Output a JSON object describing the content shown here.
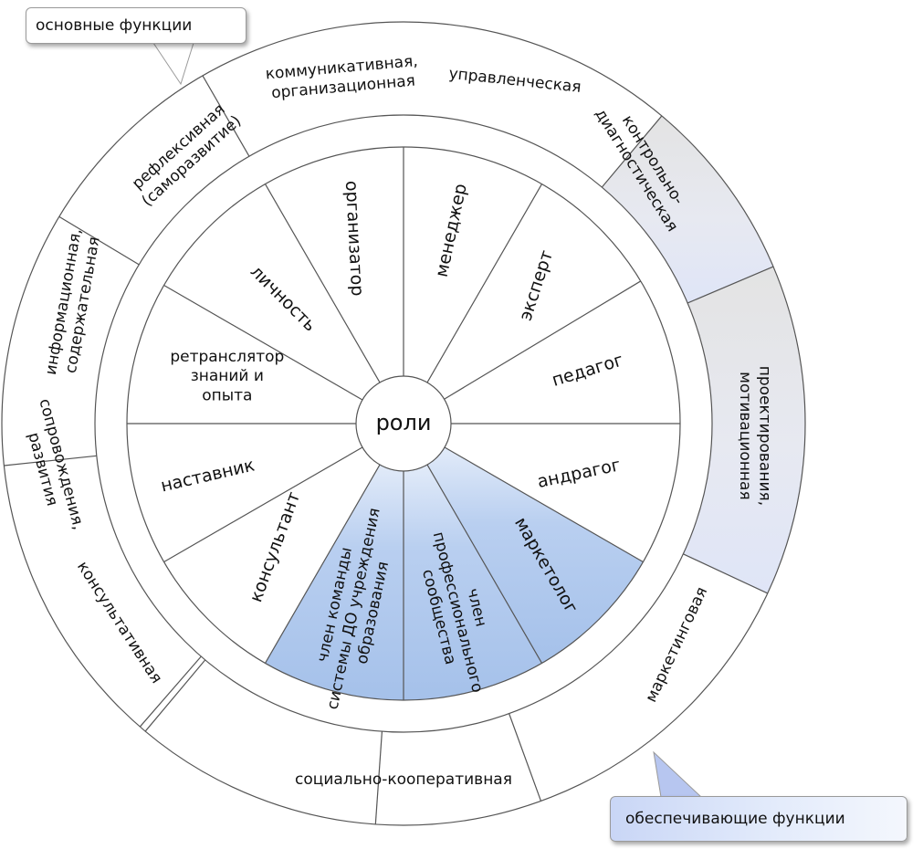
{
  "center_label": "роли",
  "callouts": {
    "main": "основные функции",
    "support": "обеспечивающие функции"
  },
  "outer_functions": [
    {
      "id": "communicative",
      "lines": [
        "коммуникативная,",
        "организационная"
      ]
    },
    {
      "id": "managerial",
      "lines": [
        "управленческая"
      ]
    },
    {
      "id": "control",
      "lines": [
        "контрольно-",
        "диагностическая"
      ]
    },
    {
      "id": "design",
      "lines": [
        "проектирования,",
        "мотивационная"
      ]
    },
    {
      "id": "marketing",
      "lines": [
        "маркетинговая"
      ],
      "highlight": true
    },
    {
      "id": "social",
      "lines": [
        "социально-кооперативная"
      ],
      "highlight": true
    },
    {
      "id": "consultative",
      "lines": [
        "консультативная"
      ]
    },
    {
      "id": "support",
      "lines": [
        "сопровождения,",
        "развития"
      ]
    },
    {
      "id": "informational",
      "lines": [
        "информационная,",
        "содержательная"
      ]
    },
    {
      "id": "reflexive",
      "lines": [
        "рефлексивная",
        "(саморазвитие)"
      ]
    }
  ],
  "roles": [
    {
      "id": "manager",
      "lines": [
        "менеджер"
      ]
    },
    {
      "id": "expert",
      "lines": [
        "эксперт"
      ]
    },
    {
      "id": "pedagogue",
      "lines": [
        "педагог"
      ]
    },
    {
      "id": "andragogue",
      "lines": [
        "андрагог"
      ]
    },
    {
      "id": "marketer",
      "lines": [
        "маркетолог"
      ],
      "highlight": true
    },
    {
      "id": "community-member",
      "lines": [
        "член",
        "профессионального",
        "сообщества"
      ],
      "highlight": true
    },
    {
      "id": "team-member",
      "lines": [
        "член команды",
        "системы ДО учреждения",
        "образования"
      ],
      "highlight": true
    },
    {
      "id": "consultant",
      "lines": [
        "консультант"
      ]
    },
    {
      "id": "mentor",
      "lines": [
        "наставник"
      ]
    },
    {
      "id": "translator",
      "lines": [
        "ретранслятор",
        "знаний и",
        "опыта"
      ]
    },
    {
      "id": "personality",
      "lines": [
        "личность"
      ]
    },
    {
      "id": "organizer",
      "lines": [
        "организатор"
      ]
    }
  ],
  "colors": {
    "highlight_fill": "#a9c5ec",
    "highlight_light": "#dfe8f8",
    "band_fill": "#e4e4e4",
    "band_light": "#eef1fb",
    "line": "#555555"
  }
}
